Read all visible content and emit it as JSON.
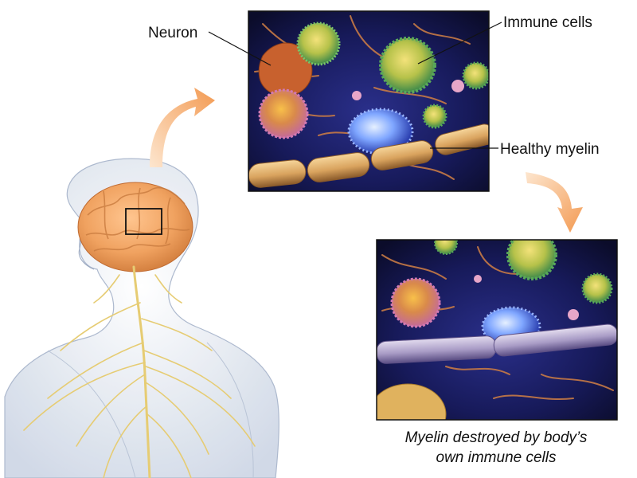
{
  "labels": {
    "neuron": "Neuron",
    "immune_cells": "Immune cells",
    "healthy_myelin": "Healthy myelin"
  },
  "caption": {
    "line1": "Myelin destroyed by body’s",
    "line2": "own immune cells"
  },
  "colors": {
    "arrow": "#f5a15e",
    "brain": "#f0a260",
    "nerve": "#e6cc73",
    "background_cells": "#14154a",
    "myelin_healthy": "#e7b97a",
    "myelin_damaged": "#b9aed0"
  }
}
